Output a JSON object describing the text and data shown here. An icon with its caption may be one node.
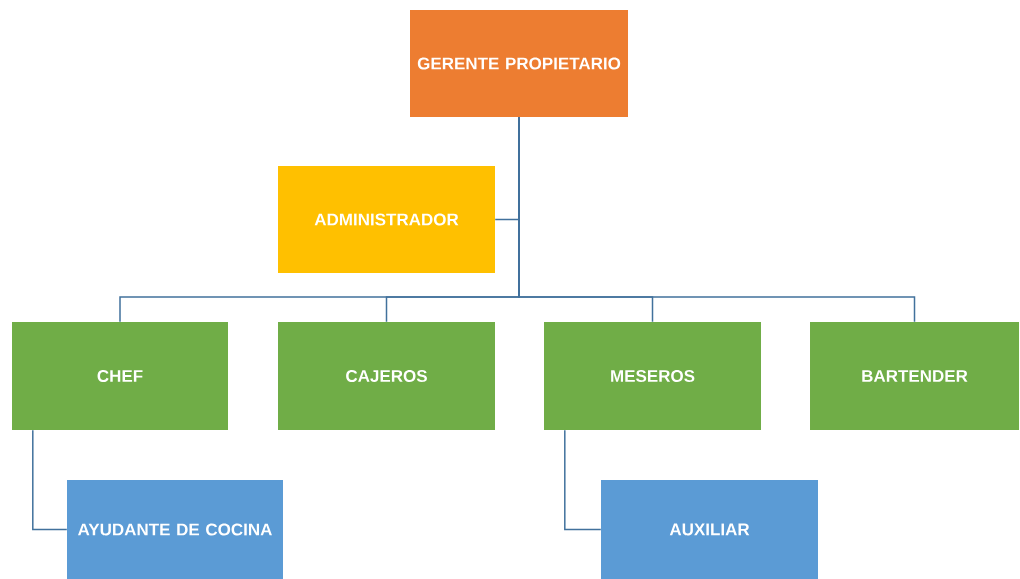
{
  "diagram": {
    "nodes": [
      {
        "text": [
          "GERENTE PROPIETARIO"
        ]
      },
      {
        "text": [
          "ADMINISTRADOR"
        ]
      },
      {
        "text": [
          "CHEF"
        ]
      },
      {
        "text": [
          "CAJEROS"
        ]
      },
      {
        "text": [
          "MESEROS"
        ]
      },
      {
        "text": [
          "BARTENDER"
        ]
      },
      {
        "text": [
          "AYUDANTE DE COCINA"
        ]
      },
      {
        "text": [
          "AUXILIAR"
        ]
      }
    ],
    "edges": [
      {
        "from": 0,
        "to": 1,
        "arrow": "none"
      },
      {
        "from": 0,
        "to": 2,
        "arrow": "none"
      },
      {
        "from": 0,
        "to": 3,
        "arrow": "none"
      },
      {
        "from": 0,
        "to": 4,
        "arrow": "none"
      },
      {
        "from": 0,
        "to": 5,
        "arrow": "none"
      },
      {
        "from": 2,
        "to": 6,
        "arrow": "none"
      },
      {
        "from": 4,
        "to": 7,
        "arrow": "none"
      }
    ]
  }
}
